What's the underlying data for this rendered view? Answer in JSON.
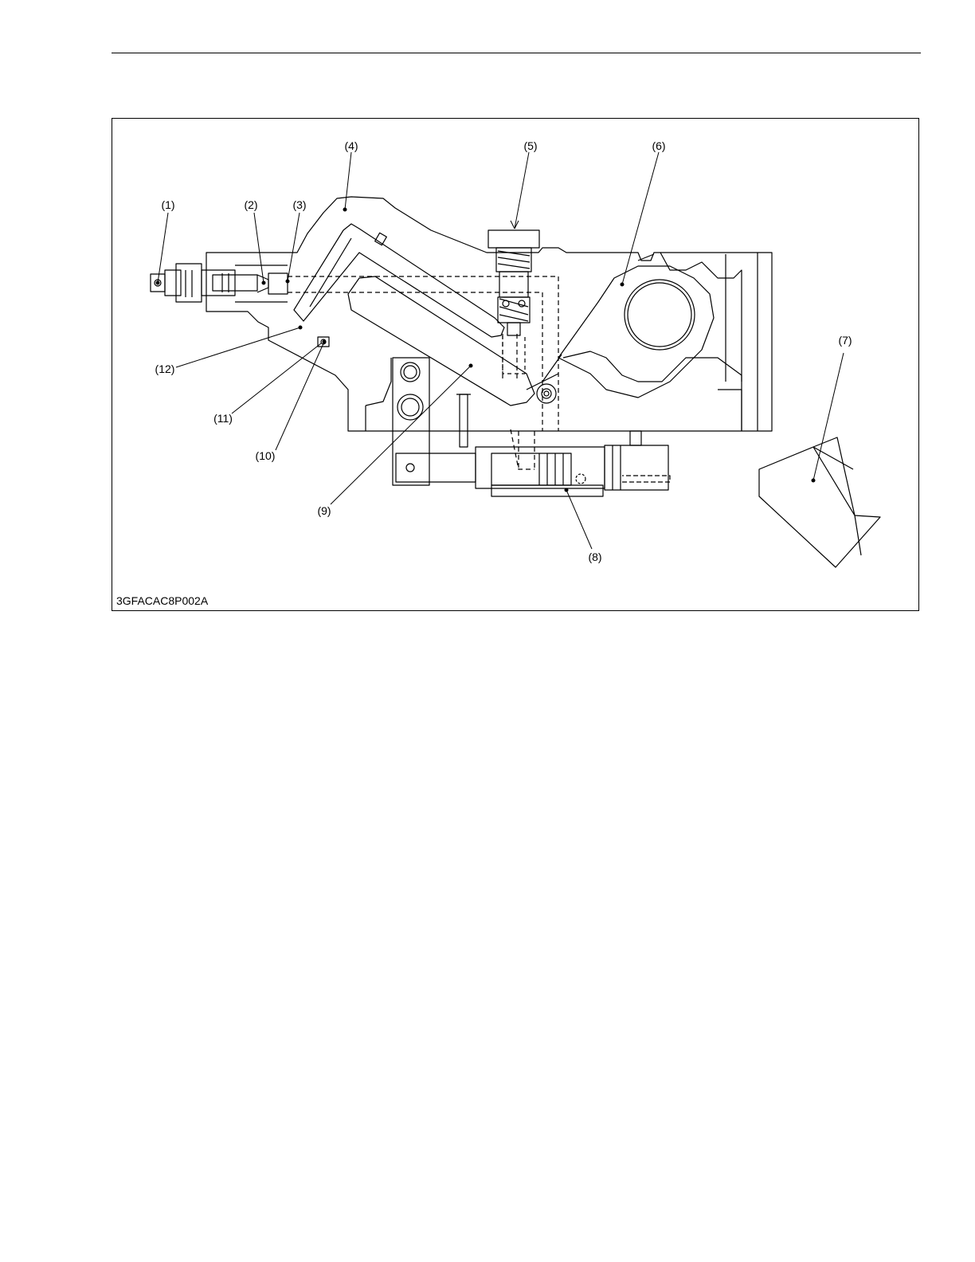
{
  "figure": {
    "code": "3GFACAC8P002A",
    "callouts": {
      "c1": "(1)",
      "c2": "(2)",
      "c3": "(3)",
      "c4": "(4)",
      "c5": "(5)",
      "c6": "(6)",
      "c7": "(7)",
      "c8": "(8)",
      "c9": "(9)",
      "c10": "(10)",
      "c11": "(11)",
      "c12": "(12)"
    }
  }
}
